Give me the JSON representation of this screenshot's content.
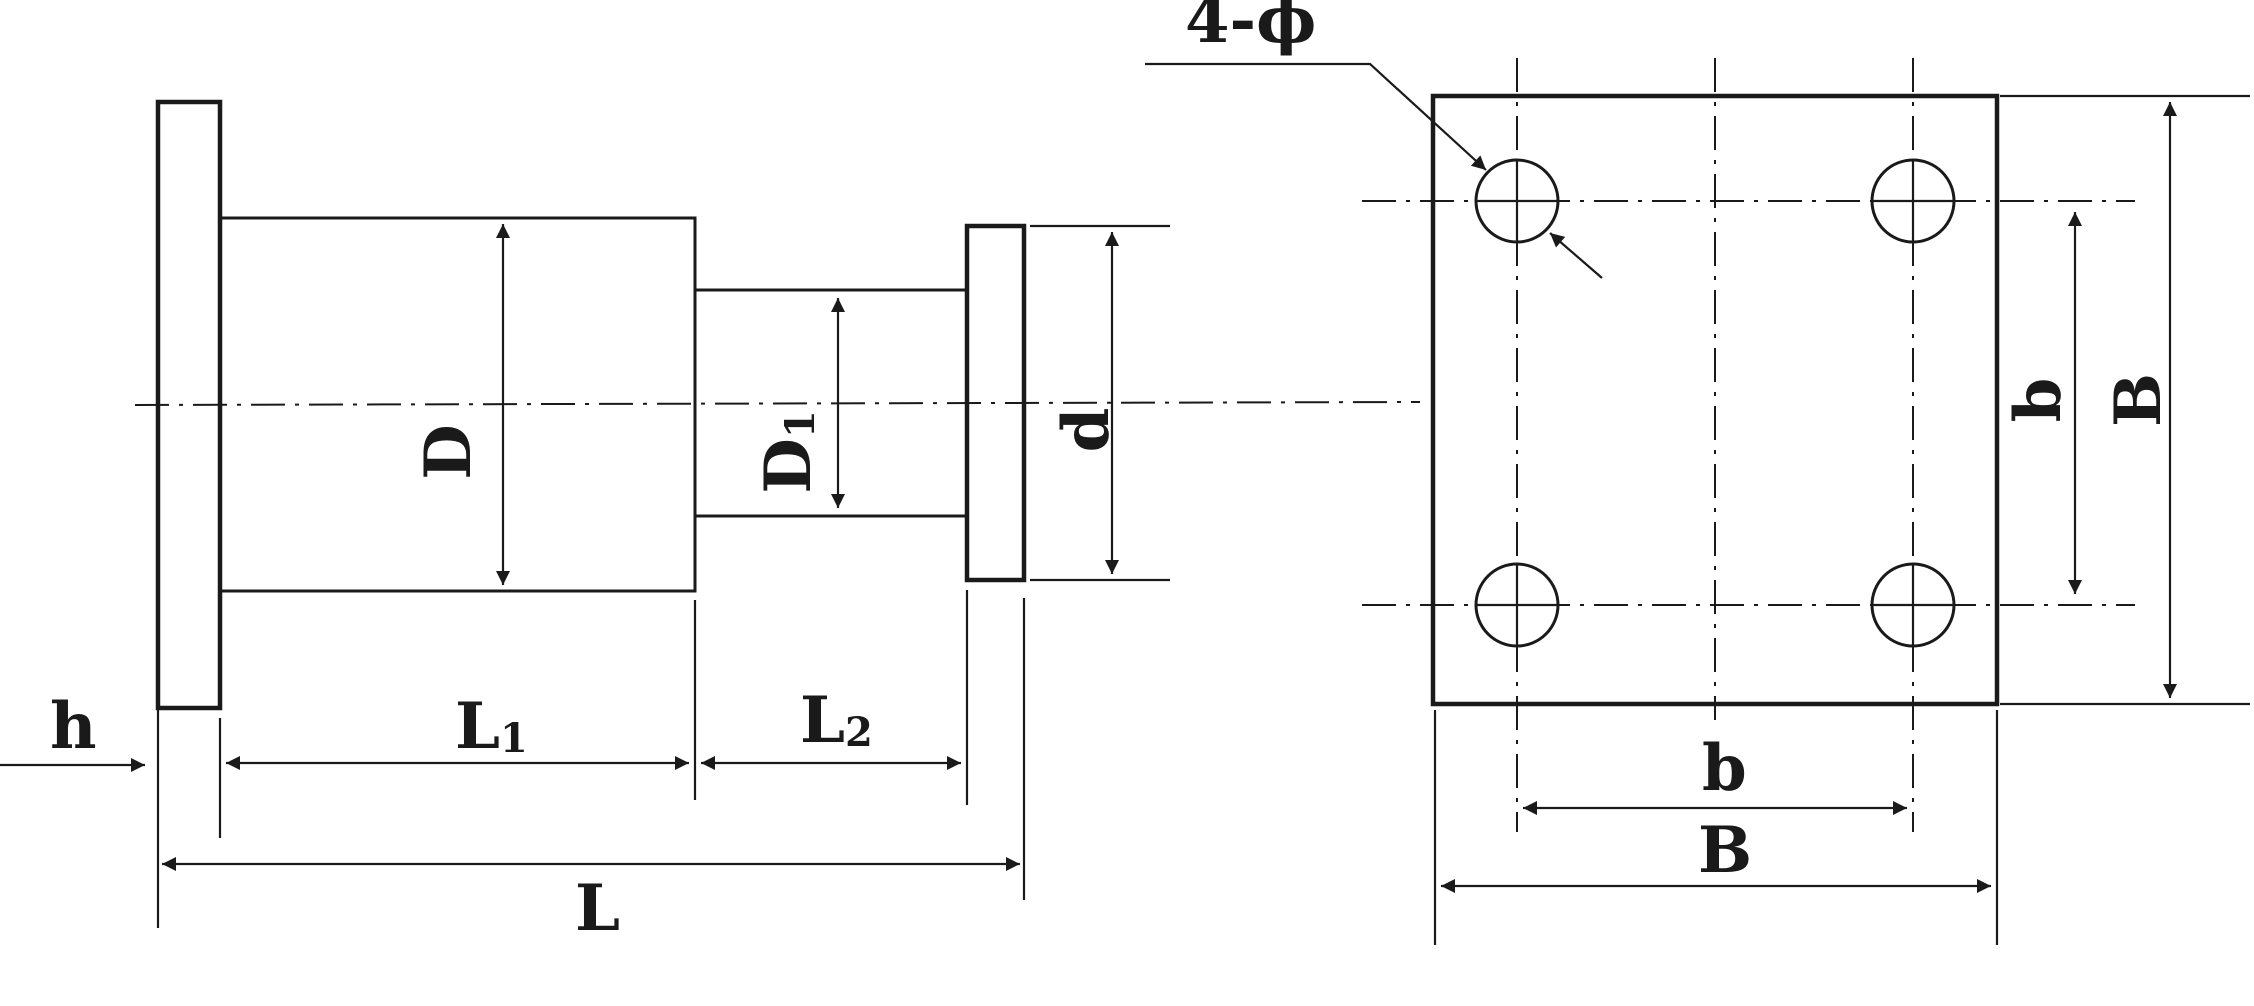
{
  "labels": {
    "holes": "4-ϕ",
    "h": "h",
    "L1": "L",
    "L1_sub": "1",
    "L2": "L",
    "L2_sub": "2",
    "L": "L",
    "D": "D",
    "D1": "D",
    "D1_sub": "1",
    "d": "d",
    "b_right": "b",
    "B_right": "B",
    "b_bottom": "b",
    "B_bottom": "B"
  }
}
